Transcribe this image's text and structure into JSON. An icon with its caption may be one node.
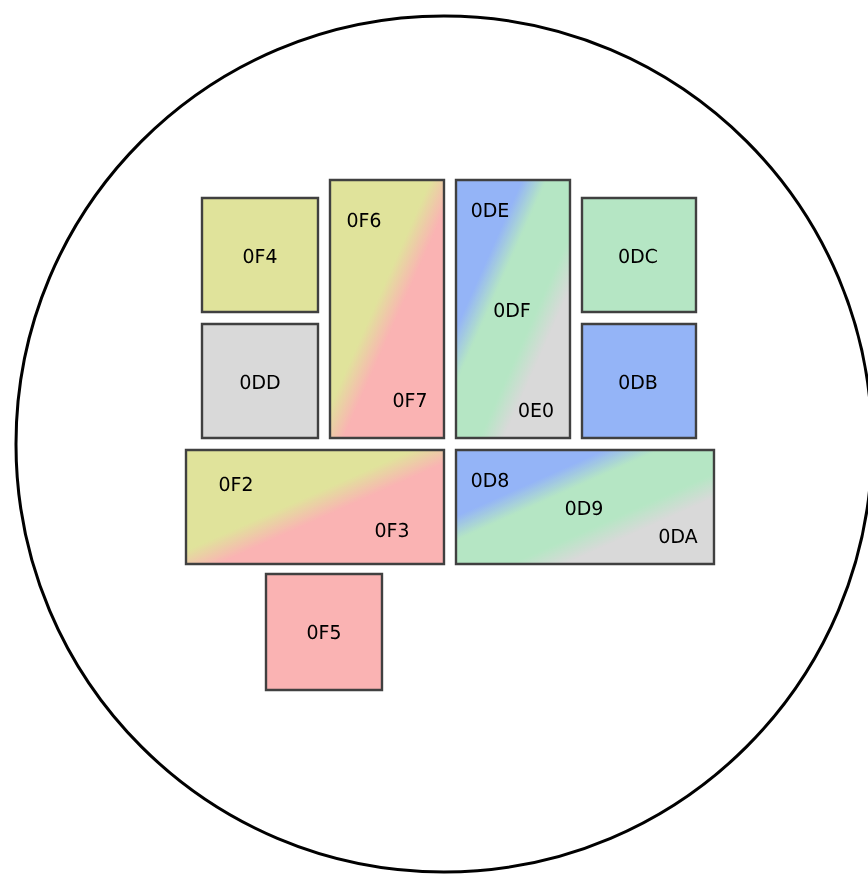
{
  "diagram": {
    "nodes": [
      {
        "text": [],
        "shape": "circle"
      },
      {
        "text": [
          "0F4"
        ],
        "in": 0
      },
      {
        "text": [
          "0F6",
          "0F7"
        ],
        "in": 0
      },
      {
        "text": [
          "0DE",
          "0DF",
          "0E0"
        ],
        "in": 0
      },
      {
        "text": [
          "0DC"
        ],
        "in": 0
      },
      {
        "text": [
          "0DD"
        ],
        "in": 0
      },
      {
        "text": [
          "0DB"
        ],
        "in": 0
      },
      {
        "text": [
          "0F2",
          "0F3"
        ],
        "in": 0
      },
      {
        "text": [
          "0D8",
          "0D9",
          "0DA"
        ],
        "in": 0
      },
      {
        "text": [
          "0F5"
        ],
        "in": 0
      }
    ],
    "edges": []
  }
}
